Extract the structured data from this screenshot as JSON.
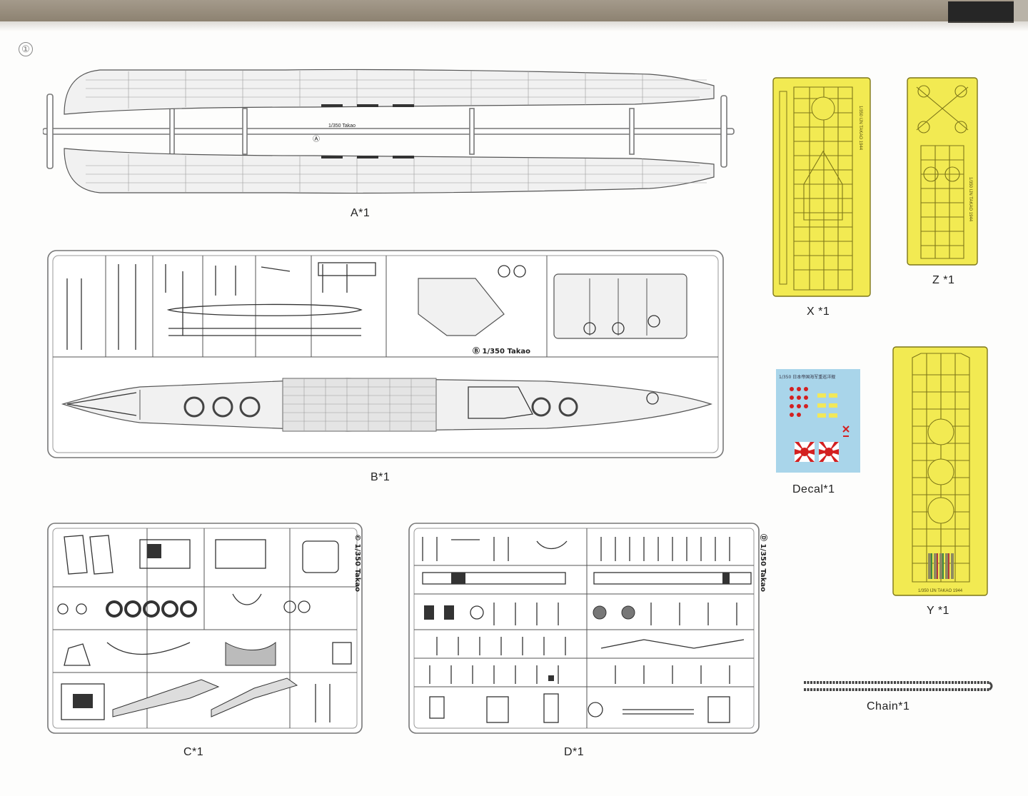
{
  "step_number": "①",
  "labels": {
    "a": "A*1",
    "b": "B*1",
    "c": "C*1",
    "d": "D*1",
    "x": "X *1",
    "z": "Z *1",
    "y": "Y *1",
    "decal": "Decal*1",
    "chain": "Chain*1"
  },
  "sprue_text": {
    "a_scale": "1/350 Takao",
    "a_letter": "Ⓐ",
    "b_scale": "Ⓑ 1/350 Takao",
    "c_scale": "© 1/350 Takao",
    "d_scale": "Ⓓ 1/350 Takao"
  },
  "pe_text": {
    "x_side": "1/350 IJN TAKAO 1944",
    "z_side": "1/350 IJN TAKAO 1944",
    "y_bottom": "1/350 IJN TAKAO 1944"
  },
  "decal_text": {
    "header": "1/350 日本帝国海军重巡洋舰"
  },
  "colors": {
    "photo_etch": "#f2ea52",
    "decal_backing": "#a9d5ea",
    "rising_sun": "#d32020",
    "page": "#fdfdfc"
  }
}
